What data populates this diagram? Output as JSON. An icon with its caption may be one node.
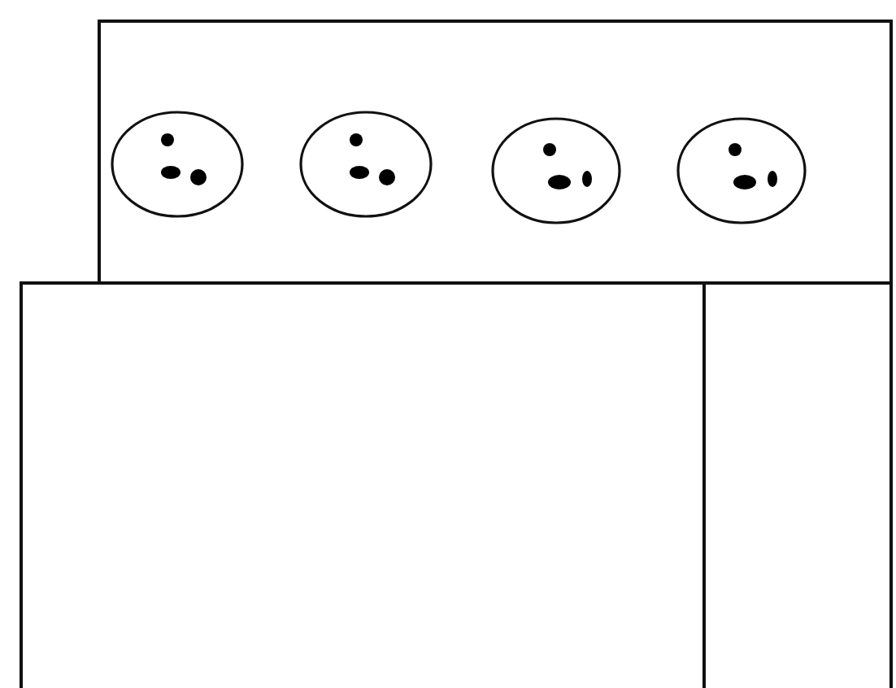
{
  "diagram": {
    "nodes": [
      {
        "text": [],
        "shape": "box"
      },
      {
        "text": [],
        "shape": "circle",
        "in": 0
      },
      {
        "text": [],
        "shape": "circle",
        "in": 0
      },
      {
        "text": [],
        "shape": "circle",
        "in": 0
      },
      {
        "text": [],
        "shape": "circle",
        "in": 0
      },
      {
        "text": [],
        "shape": "box"
      },
      {
        "text": [],
        "shape": "box"
      }
    ]
  }
}
